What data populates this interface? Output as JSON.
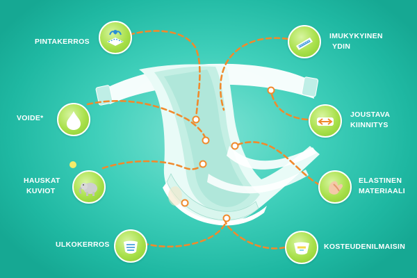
{
  "callouts": {
    "pintakerros": "PINTAKERROS",
    "voide": "VOIDE*",
    "hauskat_1": "HAUSKAT",
    "hauskat_2": "KUVIOT",
    "ulkokerros": "ULKOKERROS",
    "imukykyinen_1": "IMUKYKYINEN",
    "imukykyinen_2": "YDIN",
    "joustava_1": "JOUSTAVA",
    "joustava_2": "KIINNITYS",
    "elastinen_1": "ELASTINEN",
    "elastinen_2": "MATERIAALI",
    "kosteus": "KOSTEUDENILMAISIN"
  },
  "icons": {
    "pintakerros": "surface-layer-icon",
    "voide": "lotion-drop-icon",
    "hauskat": "elephant-print-icon",
    "ulkokerros": "outer-layer-icon",
    "imukykyinen": "absorbent-core-icon",
    "joustava": "stretch-tab-icon",
    "elastinen": "elastic-hand-icon",
    "kosteus": "wetness-indicator-icon"
  },
  "colors": {
    "background": "#1fb8a2",
    "badge": "#a8e04a",
    "dashed_line": "#f08a2c",
    "label_text": "#ffffff"
  }
}
